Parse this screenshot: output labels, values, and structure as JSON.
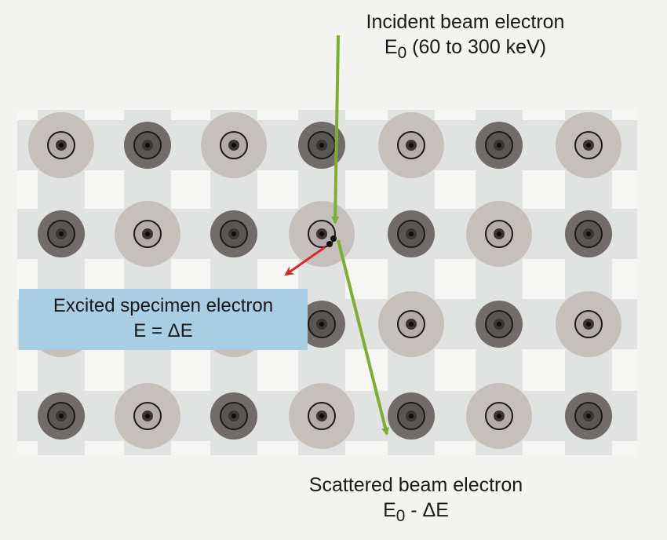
{
  "incident": {
    "line1": "Incident beam electron",
    "symbol": "E",
    "subscript": "0",
    "rest": " (60 to 300 keV)"
  },
  "excited": {
    "line1": "Excited specimen electron",
    "line2": "E =  ΔE"
  },
  "scattered": {
    "line1": "Scattered beam electron",
    "symbol": "E",
    "subscript": "0",
    "rest": " - ΔE"
  },
  "colors": {
    "background": "#f3f4f2",
    "lattice_band": "#e0e3e1",
    "light_atom_halo": "#c6c0bd",
    "dark_atom_halo": "#716c69",
    "beam_arrow": "#7bb02e",
    "excited_arrow": "#d62a2a",
    "label_box": "#a9cde2"
  },
  "lattice": {
    "rows": [
      [
        "light",
        "dark",
        "light",
        "dark",
        "light",
        "dark",
        "light"
      ],
      [
        "dark",
        "light",
        "dark",
        "light",
        "dark",
        "light",
        "dark"
      ],
      [
        "light",
        "dark",
        "light",
        "dark",
        "light",
        "dark",
        "light"
      ],
      [
        "dark",
        "light",
        "dark",
        "light",
        "dark",
        "light",
        "dark"
      ]
    ]
  }
}
